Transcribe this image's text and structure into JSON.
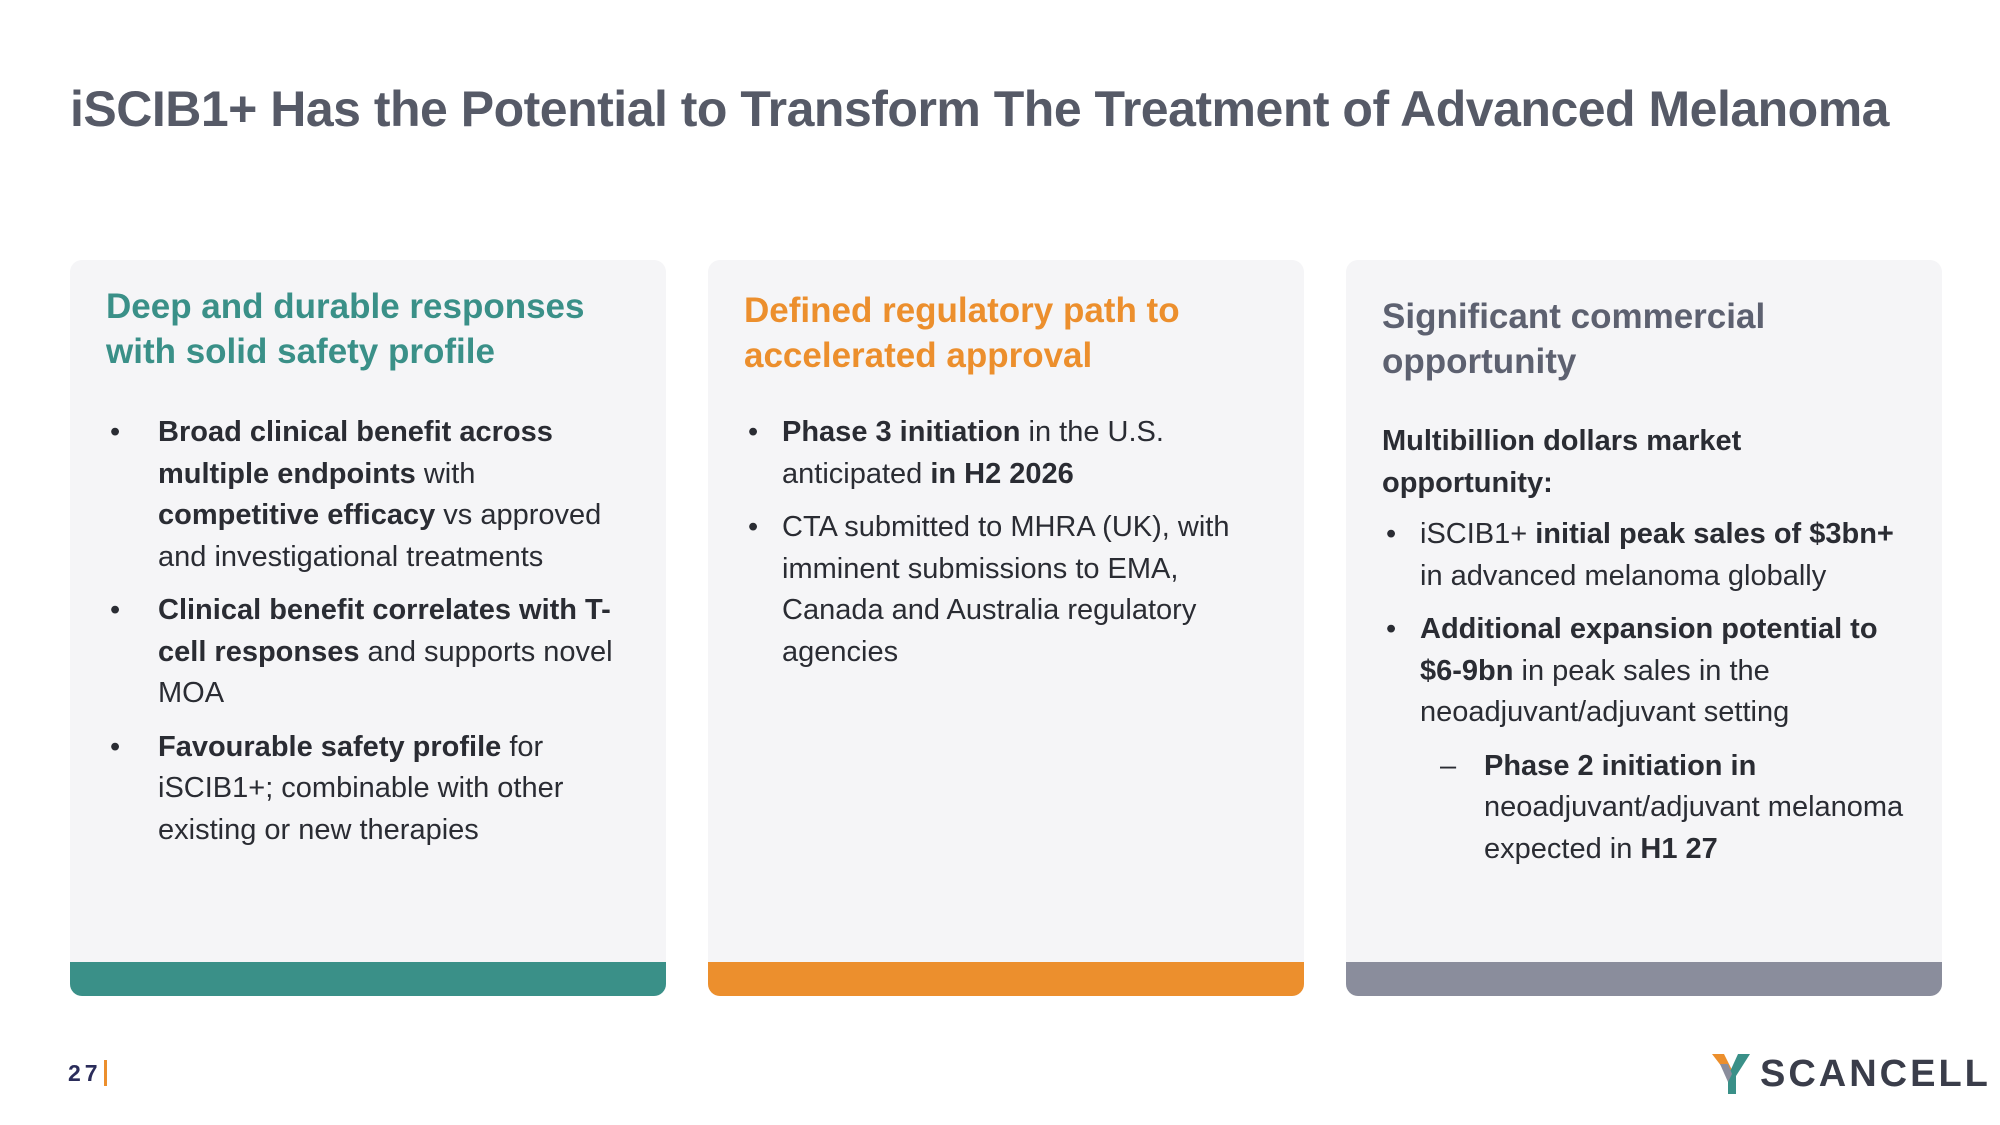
{
  "title": "iSCIB1+ Has the Potential to Transform The Treatment of Advanced Melanoma",
  "cards": [
    {
      "title_line1": "Deep and durable responses",
      "title_line2": "with solid safety profile",
      "bullets": [
        {
          "b1": "Broad clinical benefit across multiple endpoints",
          "t1": " with ",
          "b2": "competitive efficacy",
          "t2": " vs approved and investigational treatments"
        },
        {
          "b1": "Clinical benefit correlates with T-cell responses",
          "t1": " and supports novel MOA"
        },
        {
          "b1": "Favourable safety profile",
          "t1": " for iSCIB1+; combinable with other existing or new therapies"
        }
      ]
    },
    {
      "title_line1": "Defined regulatory path to",
      "title_line2": "accelerated approval",
      "bullets": [
        {
          "b1": "Phase 3 initiation",
          "t1": " in the U.S. anticipated ",
          "b2": "in H2 2026"
        },
        {
          "t1": "CTA submitted to MHRA (UK), with imminent submissions to EMA, Canada and Australia regulatory agencies"
        }
      ]
    },
    {
      "title_line1": "Significant commercial",
      "title_line2": "opportunity",
      "intro": "Multibillion dollars market opportunity:",
      "bullets": [
        {
          "t1": "iSCIB1+ ",
          "b1": "initial peak sales of $3bn+",
          "t2": " in advanced melanoma globally"
        },
        {
          "b1": "Additional expansion potential to $6-9bn",
          "t1": " in peak sales in the neoadjuvant/adjuvant setting"
        }
      ],
      "sub_bullet": {
        "b1": "Phase 2 initiation in",
        "t1": " neoadjuvant/adjuvant melanoma expected in ",
        "b2": "H1 27"
      }
    }
  ],
  "bullet_char": "•",
  "dash_char": "–",
  "footer": {
    "page_number": "27",
    "logo_text": "SCANCELL"
  },
  "colors": {
    "teal": "#3a9088",
    "orange": "#ec8f2d",
    "grey": "#8a8d9c",
    "title": "#565a67"
  }
}
